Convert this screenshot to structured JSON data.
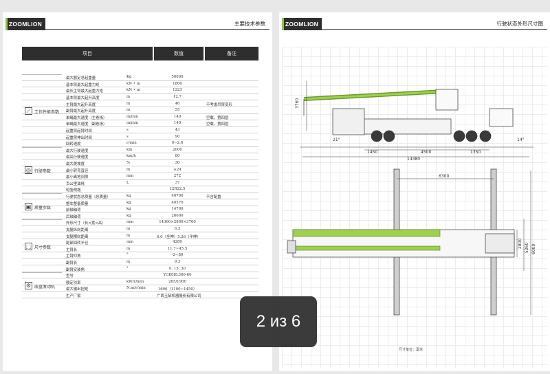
{
  "left_page": {
    "logo": "ZOOMLION",
    "title": "主要技术参数",
    "headers": [
      "项目",
      "数值",
      "备注"
    ],
    "groups": [
      {
        "label": "工作性能参数",
        "icon": "crane-arm-icon"
      },
      {
        "label": "行驶参数",
        "icon": "steering-wheel-icon"
      },
      {
        "label": "质量参数",
        "icon": "weight-icon"
      },
      {
        "label": "尺寸参数",
        "icon": "dimensions-icon"
      },
      {
        "label": "底盘发动机",
        "icon": "engine-icon"
      }
    ],
    "rows": [
      {
        "name": "最大额定总起重量",
        "unit": "Kg",
        "value": "50000",
        "note": ""
      },
      {
        "name": "基本臂最大起重力矩",
        "unit": "kN • m",
        "value": "1800",
        "note": ""
      },
      {
        "name": "最长主臂最大起重力矩",
        "unit": "kN • m",
        "value": "1223",
        "note": ""
      },
      {
        "name": "基本臂最大起升高度",
        "unit": "m",
        "value": "12.7",
        "note": ""
      },
      {
        "name": "主臂最大起升高度",
        "unit": "m",
        "value": "46",
        "note": "不考虑吊臂变形"
      },
      {
        "name": "副臂最大起升高度",
        "unit": "m",
        "value": "55",
        "note": ""
      },
      {
        "name": "单绳最大速度（主卷扬）",
        "unit": "m/min",
        "value": "140",
        "note": "空载，第四层"
      },
      {
        "name": "单绳最大速度（副卷扬）",
        "unit": "m/min",
        "value": "140",
        "note": "空载，第四层"
      },
      {
        "name": "起重臂起臂时间",
        "unit": "s",
        "value": "43",
        "note": ""
      },
      {
        "name": "起重臂伸出时间",
        "unit": "s",
        "value": "90",
        "note": ""
      },
      {
        "name": "回转速度",
        "unit": "r/min",
        "value": "0~2.6",
        "note": ""
      },
      {
        "name": "最大行驶速度",
        "unit": "km",
        "value": "2000",
        "note": ""
      },
      {
        "name": "最高行驶速度",
        "unit": "km/h",
        "value": "80",
        "note": ""
      },
      {
        "name": "最大爬坡度",
        "unit": "%",
        "value": "30",
        "note": ""
      },
      {
        "name": "最小转弯直径",
        "unit": "m",
        "value": "≤24",
        "note": ""
      },
      {
        "name": "最小离地间隙",
        "unit": "mm",
        "value": "272",
        "note": ""
      },
      {
        "name": "百公里油耗",
        "unit": "L",
        "value": "37",
        "note": ""
      },
      {
        "name": "轮胎规格",
        "unit": "",
        "value": "12R22.5",
        "note": ""
      },
      {
        "name": "行驶状态总质量（总质量）",
        "unit": "kg",
        "value": "40700",
        "note": "不含配重"
      },
      {
        "name": "整车整备质量",
        "unit": "kg",
        "value": "40570",
        "note": ""
      },
      {
        "name": "前轴轴荷",
        "unit": "kg",
        "value": "14700",
        "note": ""
      },
      {
        "name": "后轴轴荷",
        "unit": "kg",
        "value": "26000",
        "note": ""
      },
      {
        "name": "外形尺寸（长×宽×高）",
        "unit": "mm",
        "value": "14360×2800×3760",
        "note": ""
      },
      {
        "name": "支腿纵向距离",
        "unit": "m",
        "value": "6.3",
        "note": ""
      },
      {
        "name": "支腿横向距离",
        "unit": "m",
        "value": "6.0（全伸）5.26（半伸）",
        "note": ""
      },
      {
        "name": "尾部回转半径",
        "unit": "mm",
        "value": "4280",
        "note": ""
      },
      {
        "name": "主臂长",
        "unit": "m",
        "value": "11.7~45.5",
        "note": ""
      },
      {
        "name": "主臂仰角",
        "unit": "°",
        "value": "-2~80",
        "note": ""
      },
      {
        "name": "副臂长",
        "unit": "m",
        "value": "9.3",
        "note": ""
      },
      {
        "name": "副臂安装角",
        "unit": "°",
        "value": "0, 15, 30",
        "note": ""
      },
      {
        "name": "型号",
        "unit": "",
        "value": "YCK08L360-60",
        "note": ""
      },
      {
        "name": "额定功率",
        "unit": "kW/r/min",
        "value": "265/1900",
        "note": ""
      },
      {
        "name": "最大输出扭矩",
        "unit": "N.m/r/min",
        "value": "1600（1100~1450）",
        "note": ""
      },
      {
        "name": "生产厂家",
        "unit": "",
        "value": "广西玉柴机器股份有限公司",
        "note": ""
      }
    ]
  },
  "right_page": {
    "logo": "ZOOMLION",
    "title": "行驶状态外形尺寸图",
    "dimensions": {
      "height": "3760",
      "approach_angle": "21°",
      "departure_angle": "14°",
      "front_overhang": "1450",
      "wheelbase": "4500",
      "rear_axle": "1350",
      "total_length": "14380",
      "outrigger_span": "6300",
      "width_a": "2800",
      "width_b": "5260",
      "width_c": "6000"
    },
    "note": "尺寸单位：毫米"
  },
  "page_indicator": "2 из 6",
  "colors": {
    "accent": "#8dc63f",
    "dark": "#2e2e2e",
    "badge_bg": "#2c2c2c"
  }
}
